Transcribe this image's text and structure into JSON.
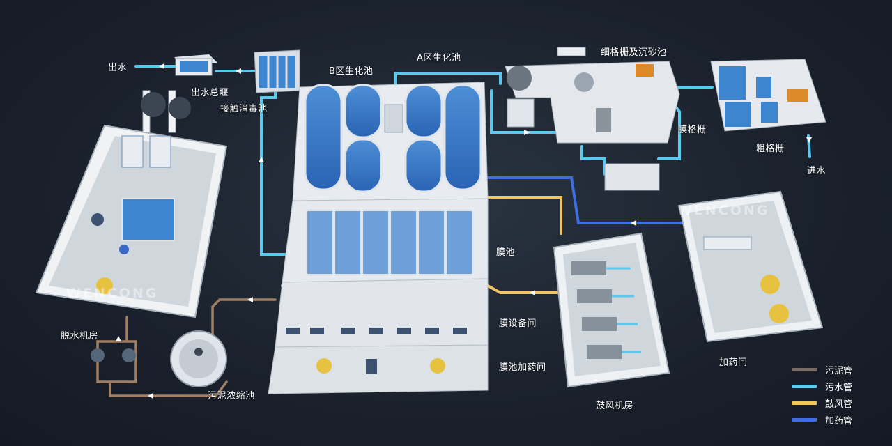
{
  "labels": {
    "outlet": "出水",
    "outlet_weir": "出水总堰",
    "contact_tank": "接触消毒池",
    "b_zone": "B区生化池",
    "a_zone": "A区生化池",
    "fine_screen": "细格栅及沉砂池",
    "membrane_screen": "膜格栅",
    "coarse_screen": "粗格栅",
    "inlet": "进水",
    "dewatering": "脱水机房",
    "membrane_tank": "膜池",
    "membrane_equipment": "膜设备间",
    "membrane_dosing": "膜池加药间",
    "blower_room": "鼓风机房",
    "dosing_room": "加药间",
    "sludge_thickener": "污泥浓缩池"
  },
  "legend": [
    {
      "label": "污泥管",
      "color": "#7a6a66"
    },
    {
      "label": "污水管",
      "color": "#5cc8ec"
    },
    {
      "label": "鼓风管",
      "color": "#f2c460"
    },
    {
      "label": "加药管",
      "color": "#3f6ee0"
    }
  ],
  "watermark": "WENCONG"
}
